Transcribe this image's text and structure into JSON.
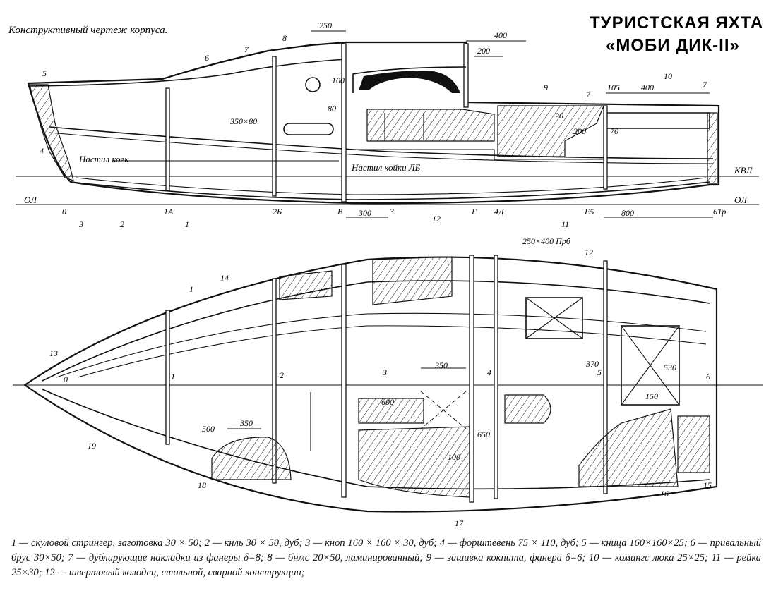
{
  "header": {
    "subtitle": "Конструктивный чертеж корпуса.",
    "title_line1": "ТУРИСТСКАЯ ЯХТА",
    "title_line2": "«МОБИ ДИК-II»"
  },
  "side_view": {
    "labels": {
      "berth_deck": "Настил коек",
      "berth_deck_lb": "Настил койки ЛБ",
      "kvl": "КВЛ",
      "ol_left": "ОЛ",
      "ol_right": "ОЛ"
    },
    "stations": [
      "0",
      "1А",
      "2Б",
      "В",
      "Г",
      "4Д",
      "Е5",
      "6Тр"
    ],
    "callouts": [
      "1",
      "2",
      "3",
      "3",
      "4",
      "5",
      "6",
      "7",
      "7",
      "7",
      "8",
      "9",
      "10",
      "11",
      "12"
    ],
    "dimensions": [
      "250",
      "400",
      "200",
      "100",
      "80",
      "350×80",
      "20",
      "200",
      "70",
      "105",
      "400",
      "300",
      "800"
    ]
  },
  "plan_view": {
    "labels": {
      "hatch_note": "250×400 Прб"
    },
    "stations": [
      "0",
      "1",
      "2",
      "3",
      "4",
      "5",
      "6"
    ],
    "callouts": [
      "1",
      "12",
      "13",
      "14",
      "15",
      "16",
      "17",
      "18",
      "19"
    ],
    "dimensions": [
      "350",
      "600",
      "500",
      "350",
      "650",
      "100",
      "370",
      "530",
      "150"
    ]
  },
  "caption": {
    "text": "1 — скуловой стрингер, заготовка 30 × 50; 2 — кнль 30 × 50, дуб; 3 — кноп 160 × 160 × 30, дуб; 4 — форштевень 75 × 110, дуб; 5 — кница 160×160×25; 6 — привальный брус 30×50; 7 — дублирующие накладки из фанеры δ=8; 8 — бнмс 20×50, ламинированный; 9 — зашивка кокпита, фанера δ=6; 10 — комингс люка 25×25; 11 — рейка 25×30; 12 — швертовый колодец, стальной, сварной конструкции;"
  },
  "colors": {
    "ink": "#111111",
    "paper": "#ffffff"
  }
}
